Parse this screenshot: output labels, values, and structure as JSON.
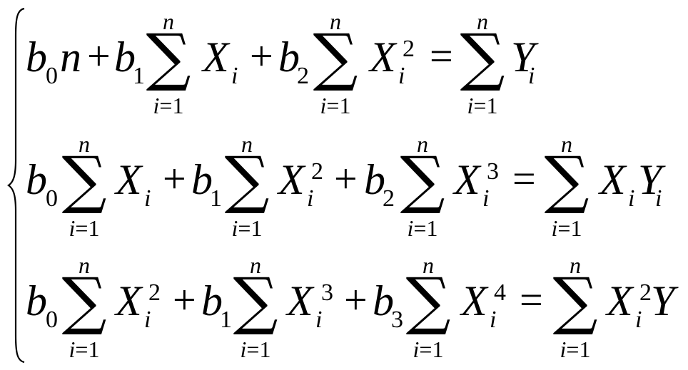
{
  "sum": {
    "upper": "n",
    "index": "i",
    "relation": "=",
    "start": "1",
    "symbol": "∑"
  },
  "ops": {
    "plus": "+",
    "equals": "="
  },
  "rows": [
    {
      "b0": "b",
      "b0_sub": "0",
      "n": "n",
      "b1": "b",
      "b1_sub": "1",
      "x1": "X",
      "x1_sub": "i",
      "b2": "b",
      "b2_sub": "2",
      "x2": "X",
      "x2_sub": "i",
      "x2_sup": "2",
      "y": "Y",
      "y_sub": "i"
    },
    {
      "b0": "b",
      "b0_sub": "0",
      "x0": "X",
      "x0_sub": "i",
      "b1": "b",
      "b1_sub": "1",
      "x1": "X",
      "x1_sub": "i",
      "x1_sup": "2",
      "b2": "b",
      "b2_sub": "2",
      "x2": "X",
      "x2_sub": "i",
      "x2_sup": "3",
      "rx": "X",
      "rx_sub": "i",
      "ry": "Y",
      "ry_sub": "i"
    },
    {
      "b0": "b",
      "b0_sub": "0",
      "x0": "X",
      "x0_sub": "i",
      "x0_sup": "2",
      "b1": "b",
      "b1_sub": "1",
      "x1": "X",
      "x1_sub": "i",
      "x1_sup": "3",
      "b3": "b",
      "b3_sub": "3",
      "x3": "X",
      "x3_sub": "i",
      "x3_sup": "4",
      "rx": "X",
      "rx_sub": "i",
      "rx_sup": "2",
      "ry": "Y"
    }
  ]
}
